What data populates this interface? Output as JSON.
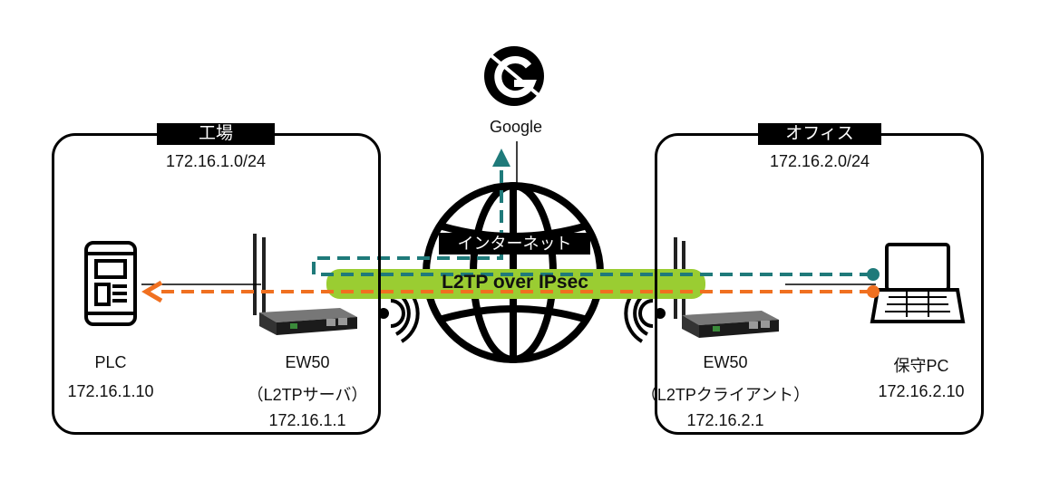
{
  "left_site": {
    "title": "工場",
    "subnet": "172.16.1.0/24",
    "plc_name": "PLC",
    "plc_ip": "172.16.1.10",
    "router_name": "EW50",
    "router_role": "（L2TPサーバ）",
    "router_ip": "172.16.1.1"
  },
  "right_site": {
    "title": "オフィス",
    "subnet": "172.16.2.0/24",
    "pc_name": "保守PC",
    "pc_ip": "172.16.2.10",
    "router_name": "EW50",
    "router_role": "（L2TPクライアント）",
    "router_ip": "172.16.2.1"
  },
  "internet": {
    "label": "インターネット"
  },
  "google": {
    "label": "Google"
  },
  "tunnel": {
    "label": "L2TP over IPsec"
  },
  "colors": {
    "teal_path": "#1f7a7a",
    "orange_path": "#f07020",
    "tunnel_fill": "#9acd32"
  }
}
